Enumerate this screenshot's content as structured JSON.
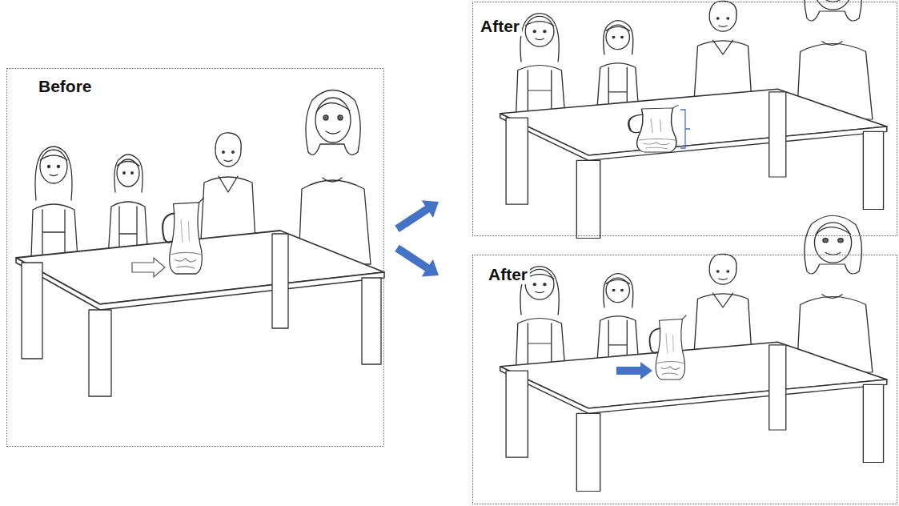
{
  "diagram": {
    "nodes": [
      {
        "text": [
          "Before"
        ]
      },
      {
        "text": [
          "After"
        ]
      },
      {
        "text": [
          "After"
        ]
      }
    ],
    "edges": [
      {
        "from": 0,
        "to": 1,
        "arrow": "to"
      },
      {
        "from": 0,
        "to": 2,
        "arrow": "to"
      }
    ]
  }
}
